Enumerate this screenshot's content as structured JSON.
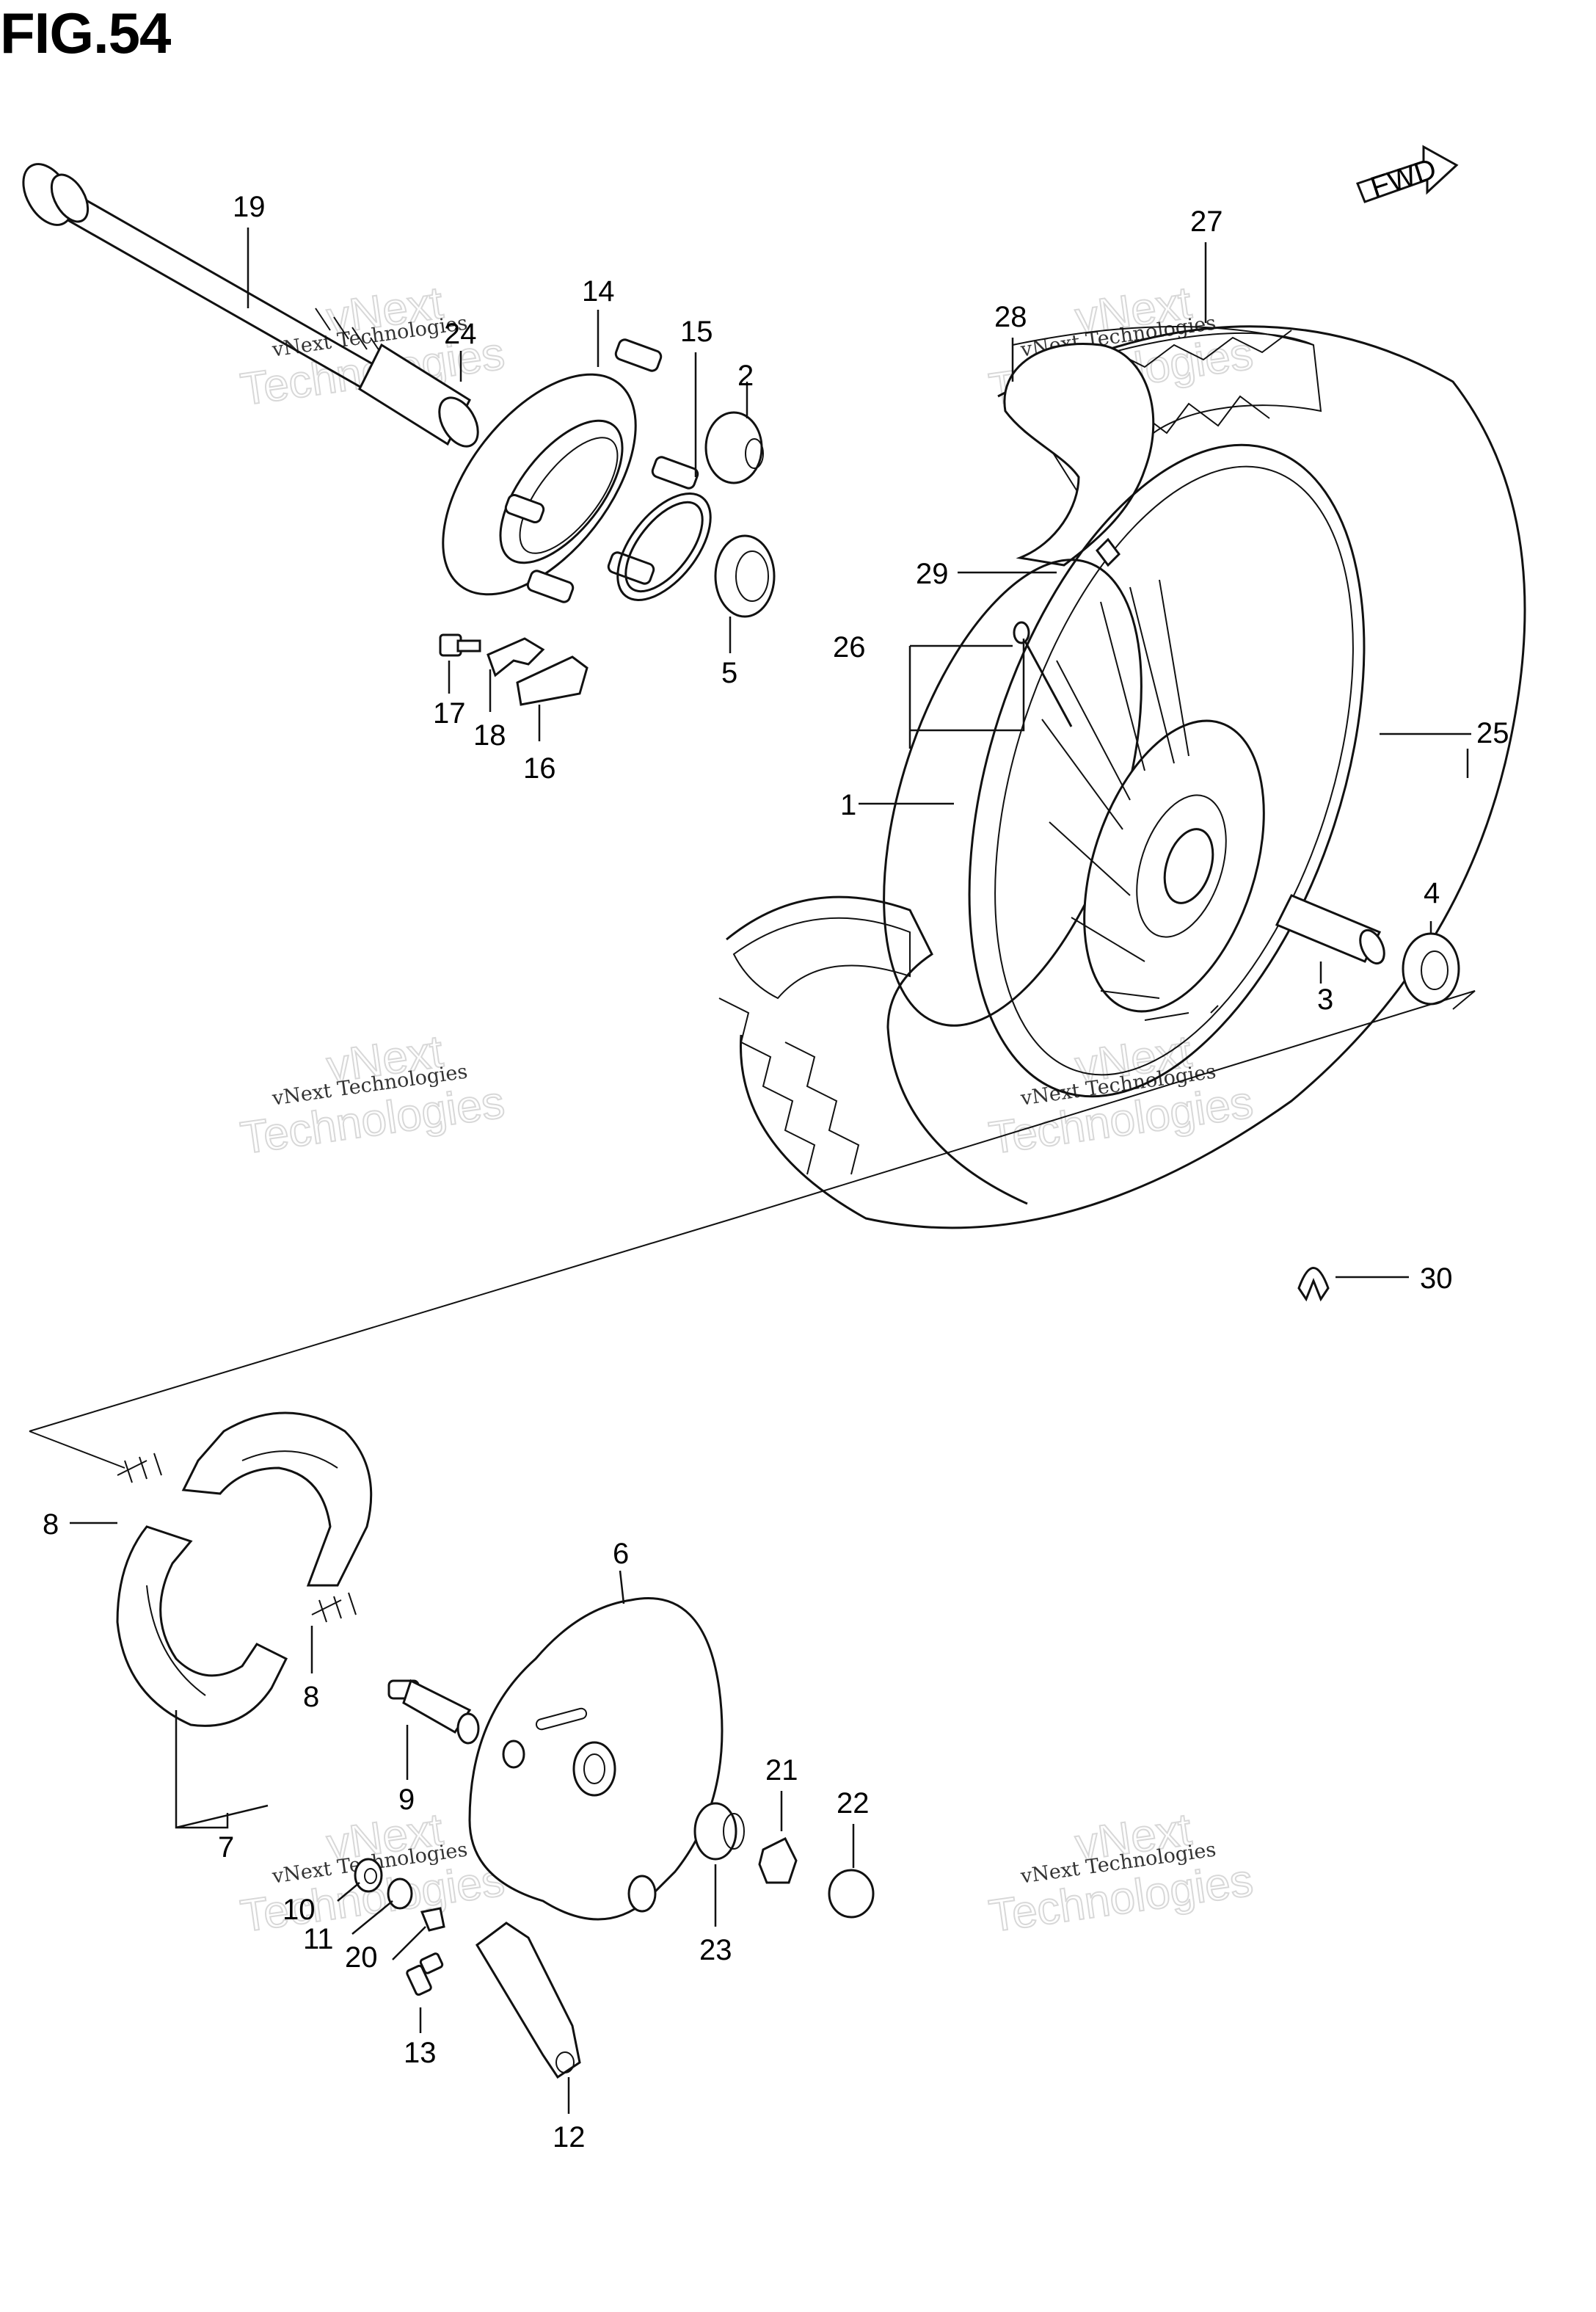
{
  "figure": {
    "title": "FIG.54"
  },
  "direction_badge": "FWD",
  "part_labels": [
    "1",
    "2",
    "3",
    "4",
    "5",
    "6",
    "7",
    "8",
    "8",
    "9",
    "10",
    "11",
    "12",
    "13",
    "14",
    "15",
    "16",
    "17",
    "18",
    "19",
    "20",
    "21",
    "22",
    "23",
    "24",
    "25",
    "26",
    "27",
    "28",
    "29",
    "30"
  ],
  "watermarks": [
    {
      "brand": "vNext",
      "line1": "vNext Technologies",
      "line2": "Technologies"
    },
    {
      "brand": "vNext",
      "line1": "vNext Technologies",
      "line2": "Technologies"
    },
    {
      "brand": "vNext",
      "line1": "vNext Technologies",
      "line2": "Technologies"
    },
    {
      "brand": "vNext",
      "line1": "vNext Technologies",
      "line2": "Technologies"
    },
    {
      "brand": "vNext",
      "line1": "vNext Technologies",
      "line2": "Technologies"
    },
    {
      "brand": "vNext",
      "line1": "vNext Technologies",
      "line2": "Technologies"
    }
  ]
}
